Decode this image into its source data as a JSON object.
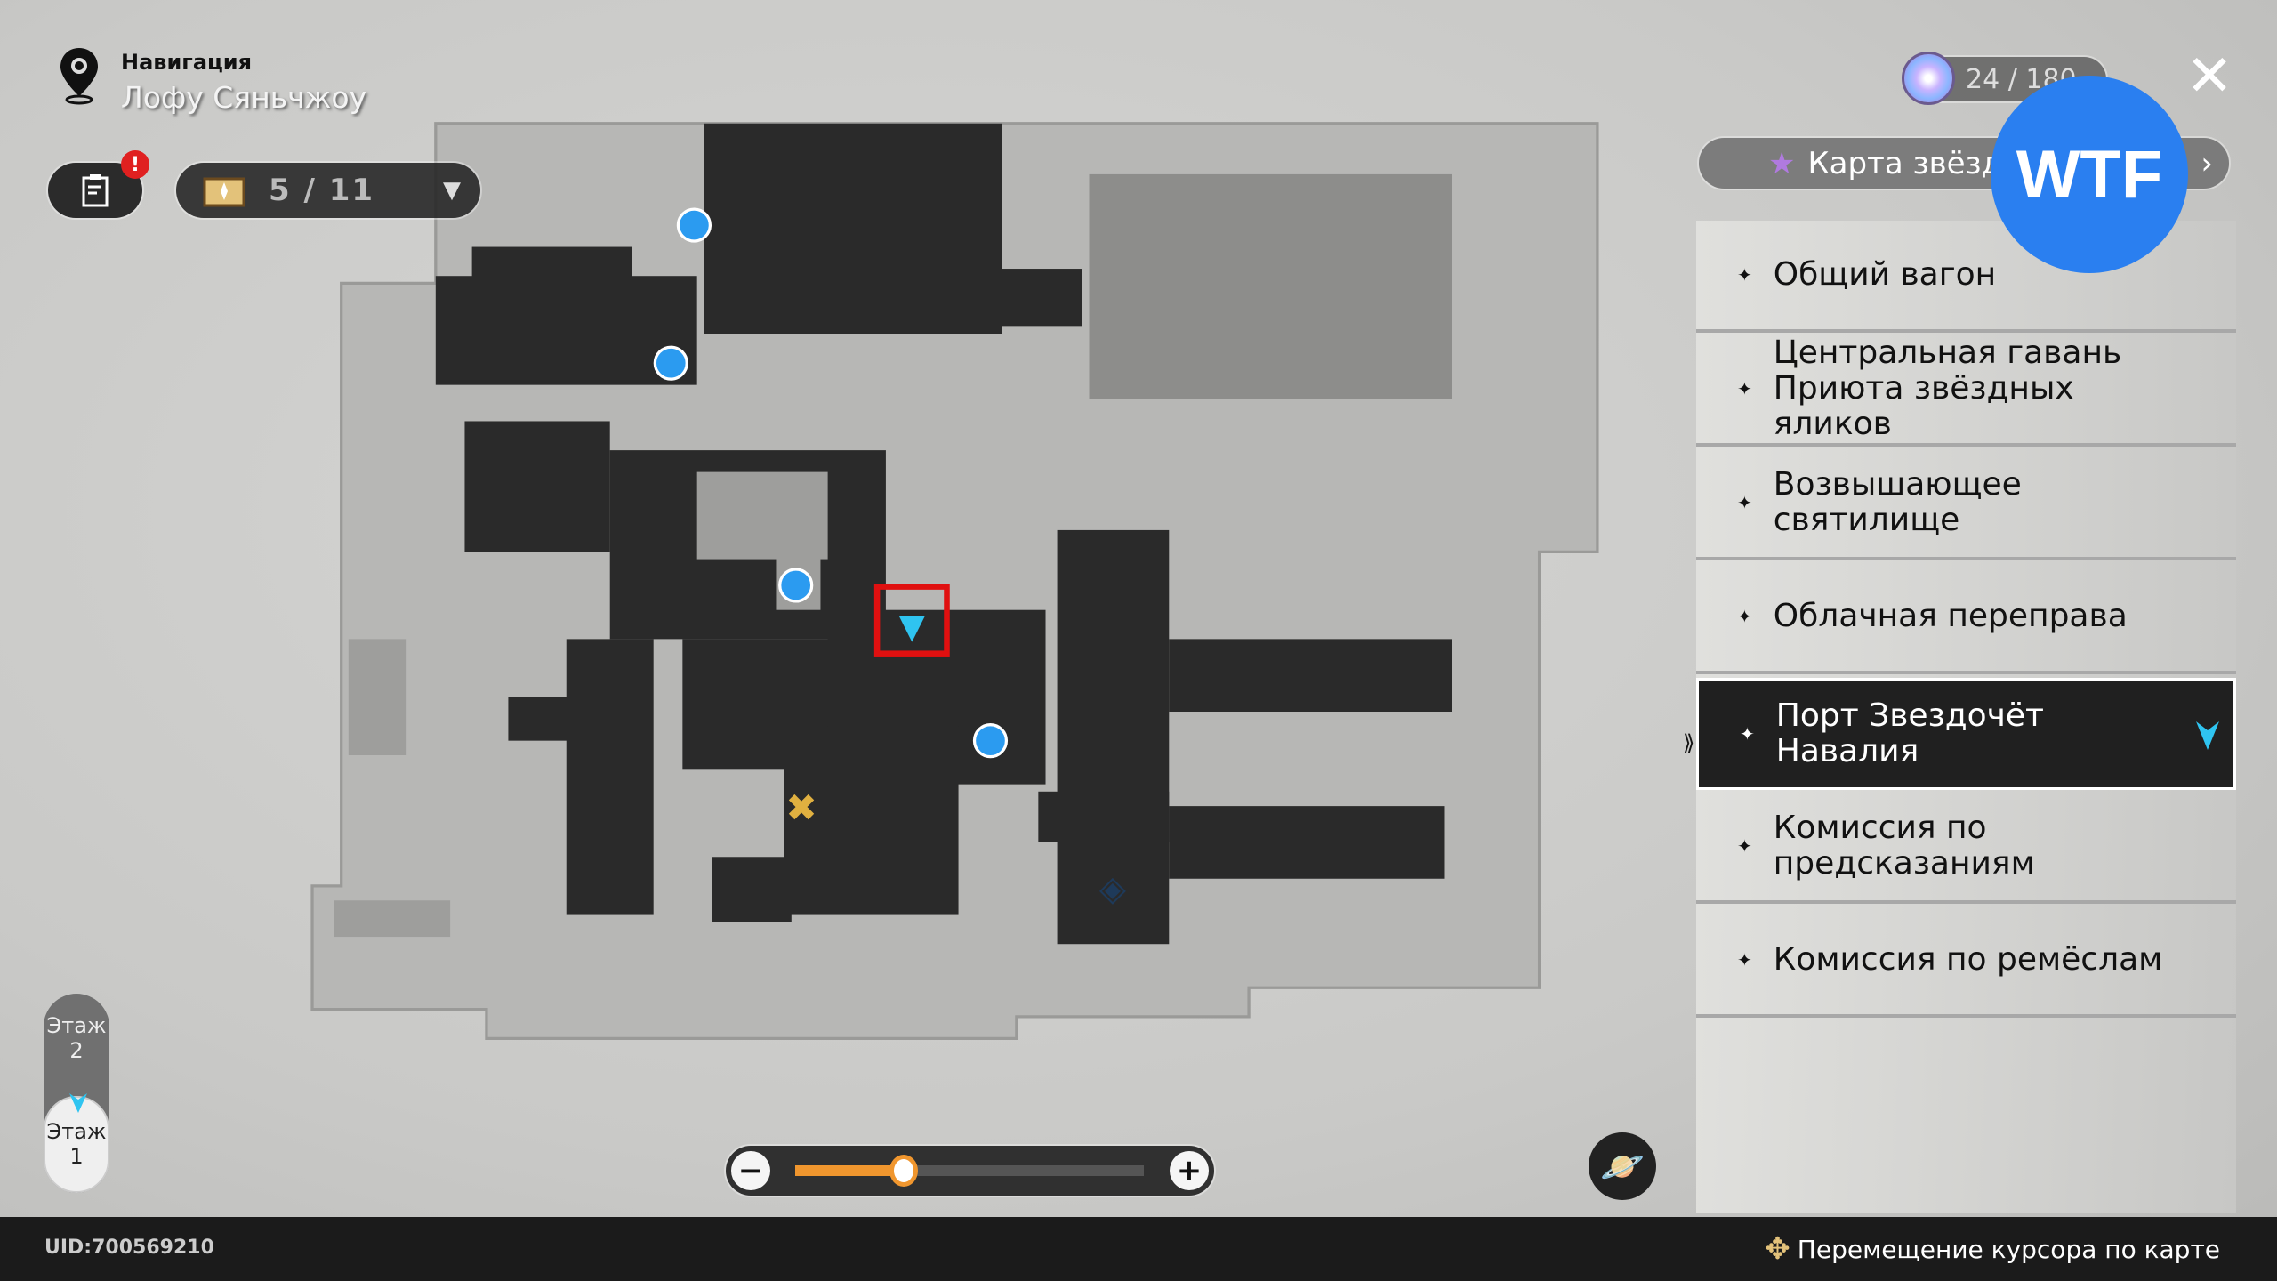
{
  "header": {
    "nav_label": "Навигация",
    "location": "Лофу Сяньчжоу",
    "alert_badge": "!",
    "chest_count": "5 / 11",
    "currency": "24 / 180",
    "close_icon": "close-icon"
  },
  "star_map": {
    "label": "Карта звёзд"
  },
  "overlay": {
    "text": "WTF",
    "color": "#2a7ff0"
  },
  "areas": [
    {
      "label": "Общий вагон"
    },
    {
      "label": "Центральная гавань Приюта звёздных яликов"
    },
    {
      "label": "Возвышающее святилище"
    },
    {
      "label": "Облачная переправа"
    },
    {
      "label": "Порт Звездочёт Навалия",
      "selected": true
    },
    {
      "label": "Комиссия по предсказаниям"
    },
    {
      "label": "Комиссия по ремёслам"
    }
  ],
  "floors": {
    "upper": "Этаж 2",
    "current": "Этаж 1"
  },
  "zoom": {
    "minus": "−",
    "plus": "+",
    "level": 0.31,
    "accent": "#f0962e"
  },
  "footer": {
    "uid": "UID:700569210",
    "hint": "Перемещение курсора по карте"
  }
}
